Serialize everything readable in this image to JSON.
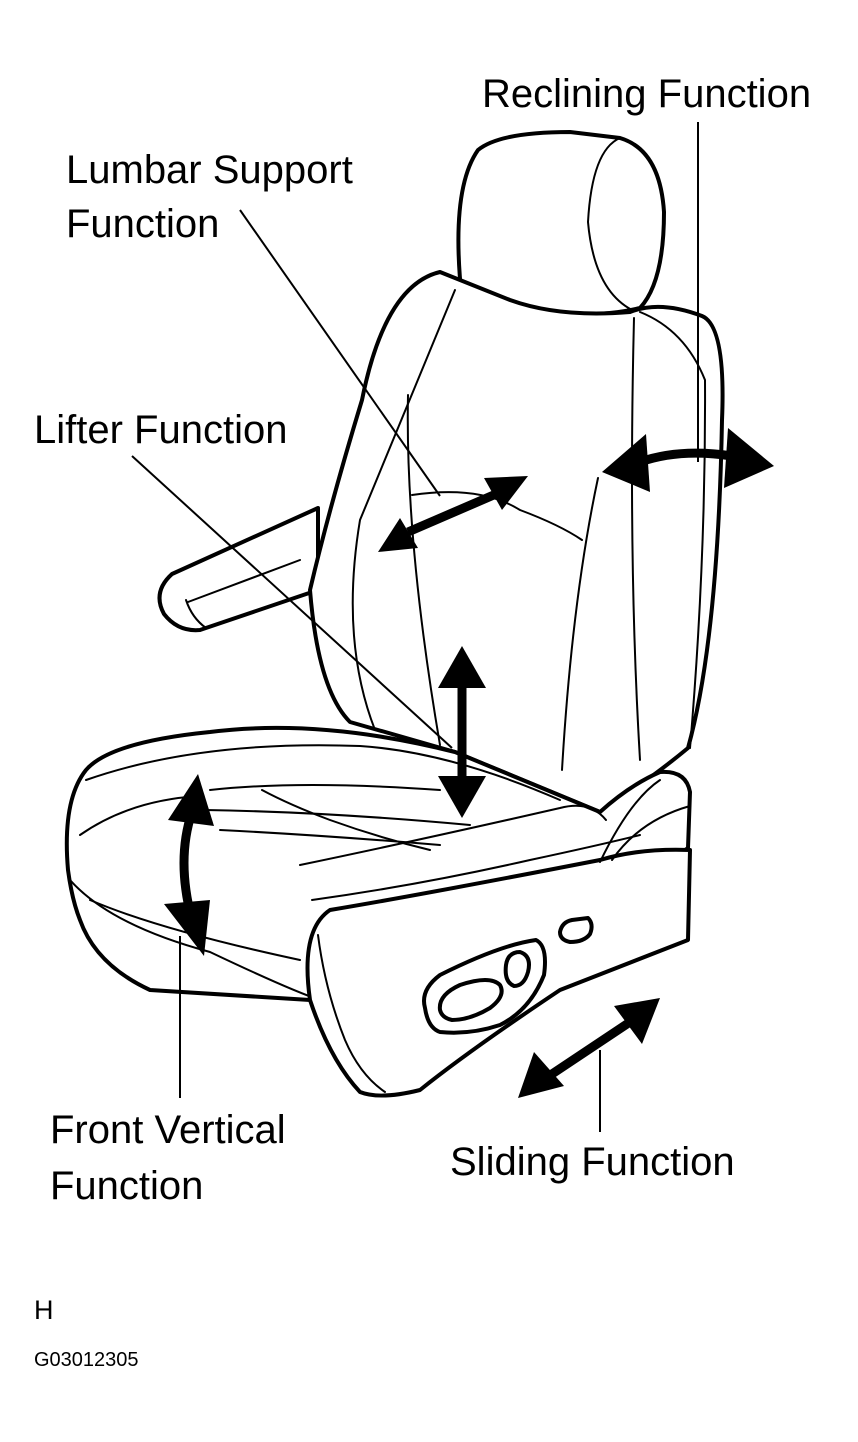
{
  "labels": {
    "reclining": "Reclining Function",
    "lumbar_line1": "Lumbar Support",
    "lumbar_line2": "Function",
    "lifter": "Lifter Function",
    "front_vertical_line1": "Front Vertical",
    "front_vertical_line2": "Function",
    "sliding": "Sliding Function"
  },
  "footer": {
    "code": "H",
    "figure_id": "G03012305"
  },
  "colors": {
    "ink": "#000000",
    "paper": "#ffffff"
  }
}
